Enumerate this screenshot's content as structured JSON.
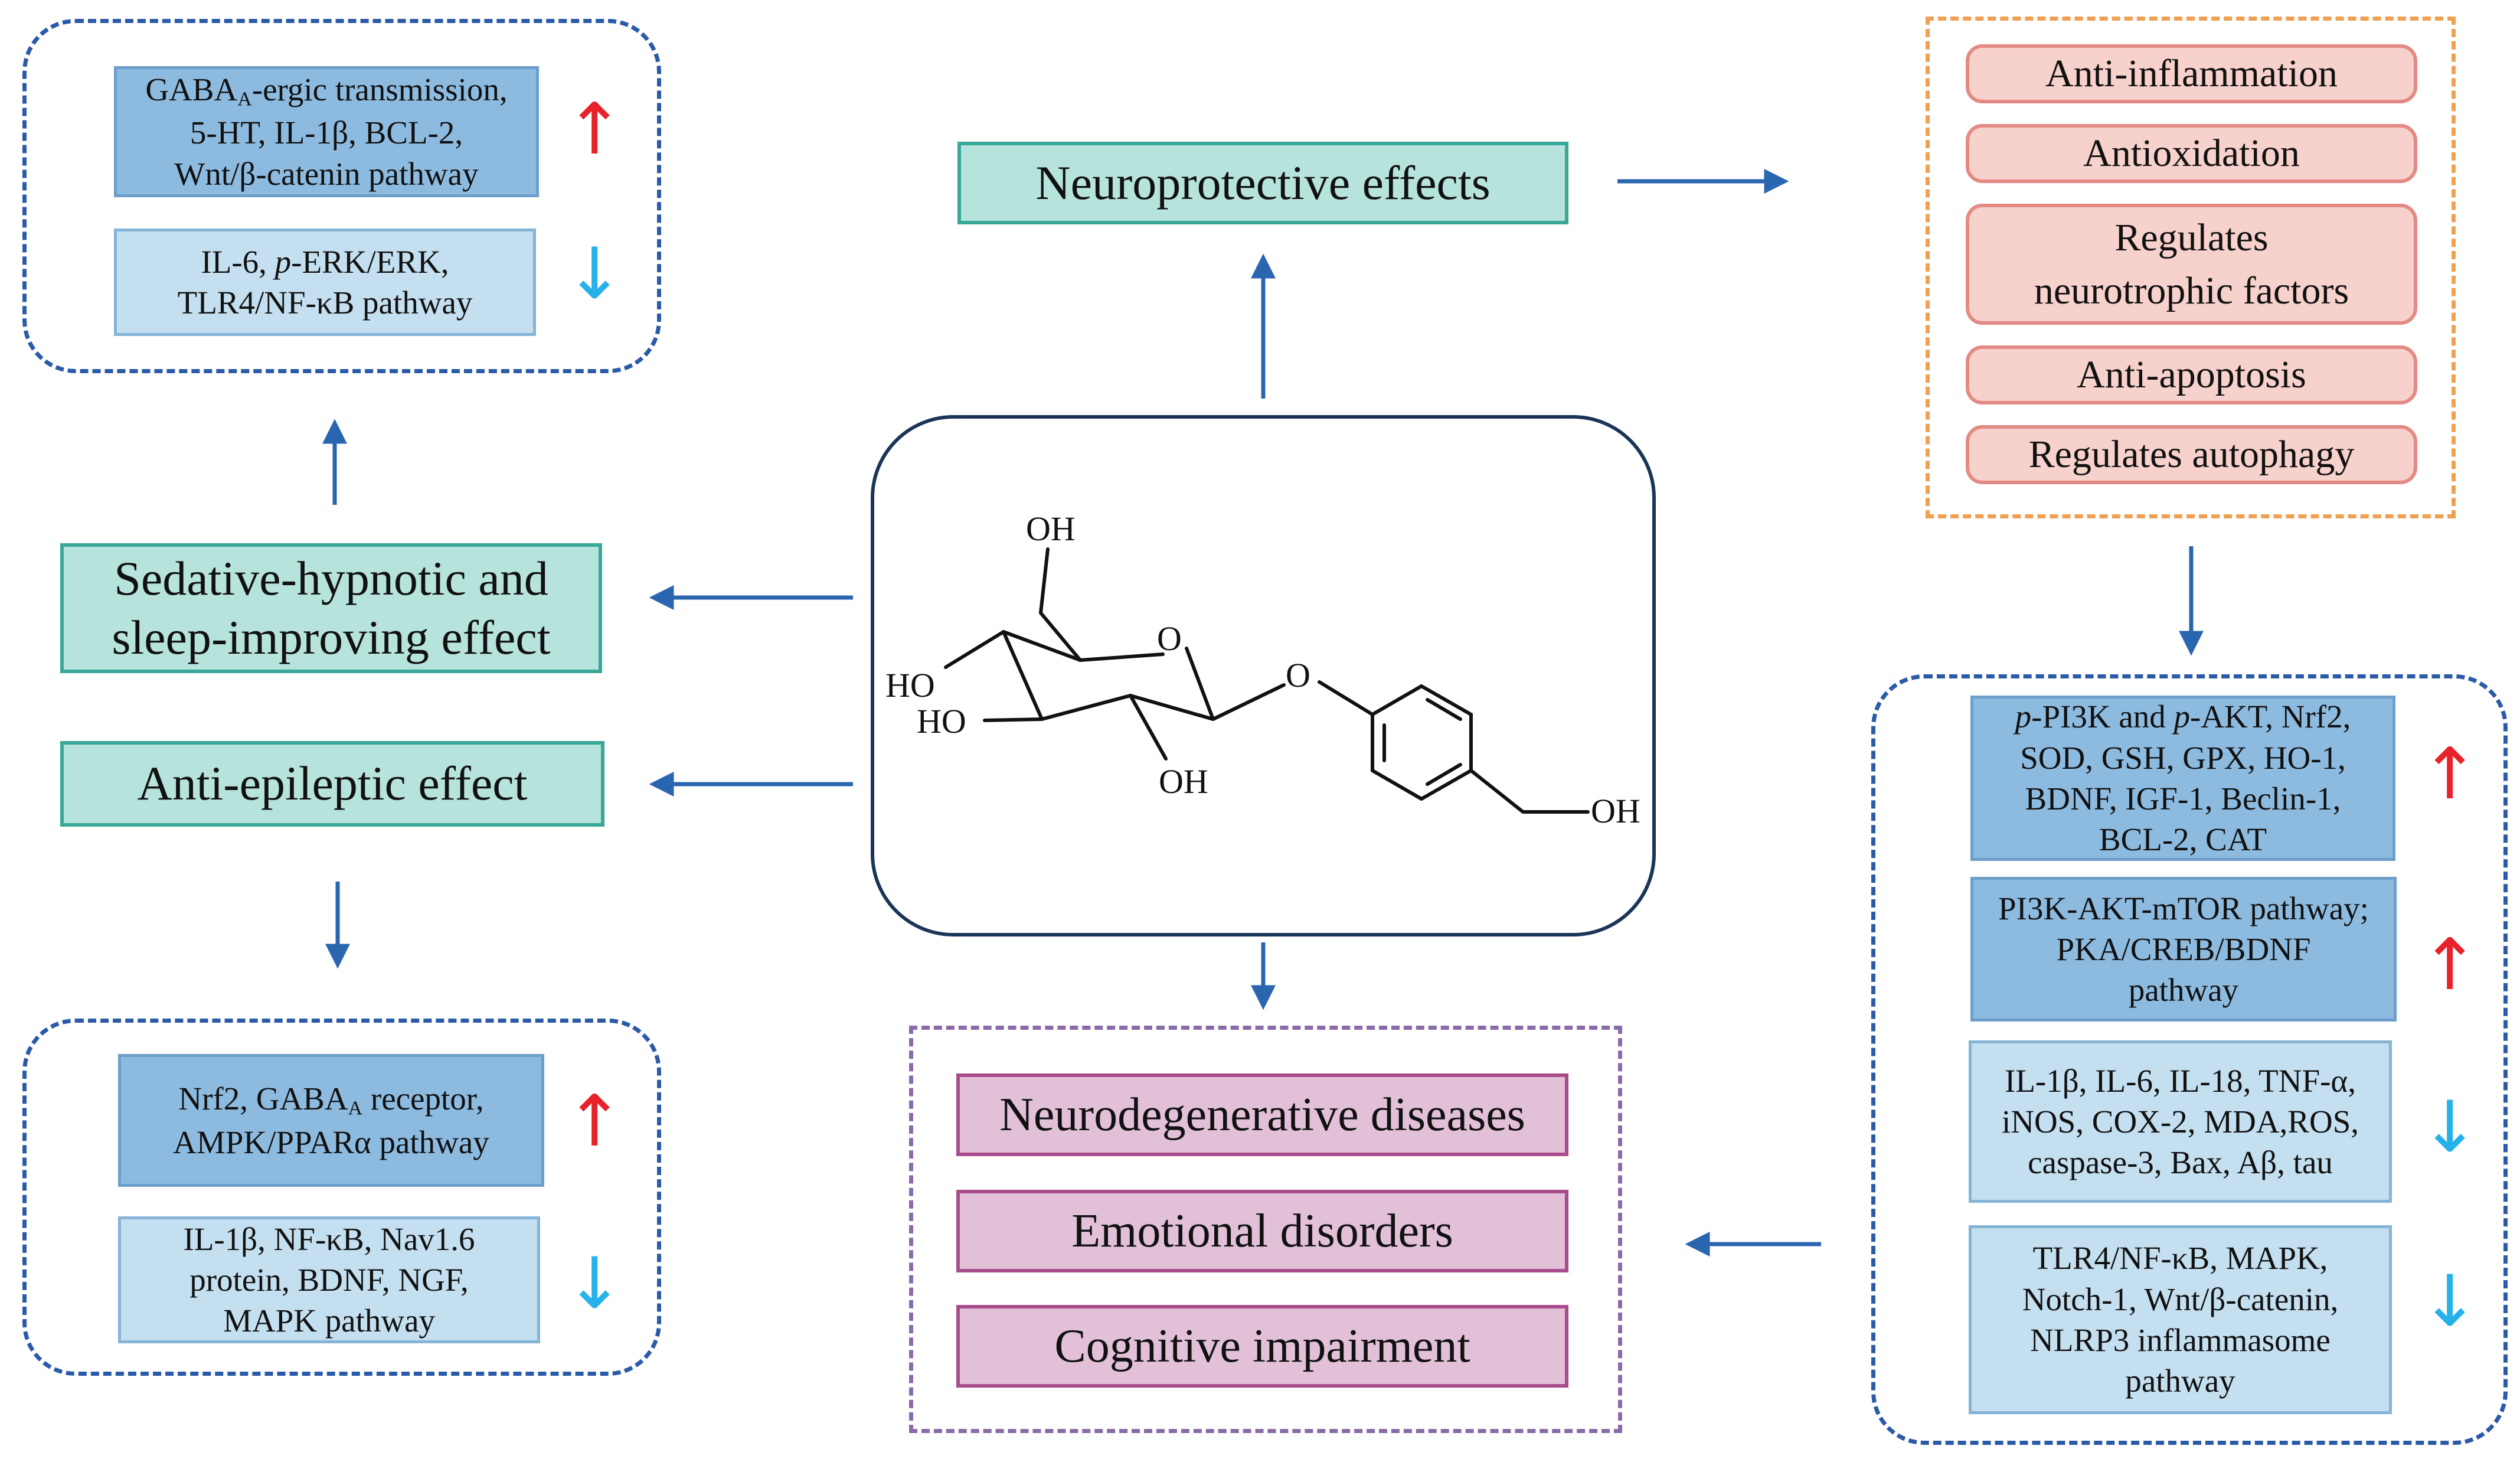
{
  "center": {
    "struct_labels": {
      "oh_top": "OH",
      "o_ring": "O",
      "o_link": "O",
      "ho_1": "HO",
      "ho_2": "HO",
      "oh_bottom": "OH",
      "oh_right": "OH"
    }
  },
  "neuro": {
    "title": "Neuroprotective effects",
    "effects": [
      "Anti-inflammation",
      "Antioxidation",
      "Regulates\nneurotrophic factors",
      "Anti-apoptosis",
      "Regulates autophagy"
    ]
  },
  "sedative": {
    "title": "Sedative-hypnotic and\nsleep-improving effect",
    "up_pre": "GABA",
    "up_sub": "A",
    "up_post": "-ergic transmission,\n5-HT, IL-1β, BCL-2,\nWnt/β-catenin pathway",
    "down_pre": "IL-6, ",
    "down_italic": "p",
    "down_post": "-ERK/ERK,\nTLR4/NF-κB pathway"
  },
  "epileptic": {
    "title": "Anti-epileptic effect",
    "up_pre": "Nrf2, GABA",
    "up_sub": "A",
    "up_post": " receptor,\nAMPK/PPARα pathway",
    "down": "IL-1β, NF-κB, Nav1.6\nprotein, BDNF, NGF,\nMAPK pathway"
  },
  "mechanisms": {
    "box1_p1": "p",
    "box1_t1": "-PI3K and ",
    "box1_p2": "p",
    "box1_t2": "-AKT, Nrf2,\nSOD, GSH, GPX, HO-1,\nBDNF, IGF-1, Beclin-1,\nBCL-2, CAT",
    "box2": "PI3K-AKT-mTOR pathway;\nPKA/CREB/BDNF\npathway",
    "box3": "IL-1β, IL-6, IL-18, TNF-α,\niNOS, COX-2, MDA,ROS,\ncaspase-3, Bax, Aβ, tau",
    "box4": "TLR4/NF-κB, MAPK,\nNotch-1, Wnt/β-catenin,\nNLRP3 inflammasome\npathway"
  },
  "diseases": [
    "Neurodegenerative diseases",
    "Emotional disorders",
    "Cognitive impairment"
  ],
  "symbols": {
    "up": "↑",
    "down": "↓"
  },
  "colors": {
    "arrow": "#2a66b0",
    "up": "#e8222a",
    "down": "#26b1ea"
  }
}
